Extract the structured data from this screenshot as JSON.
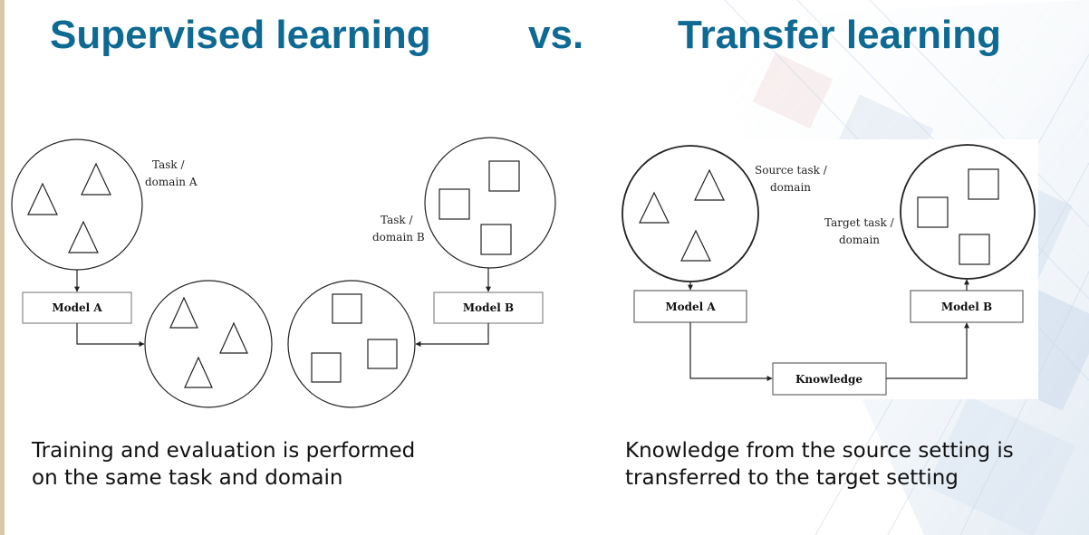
{
  "header": {
    "left_title": "Supervised learning",
    "vs_label": "vs.",
    "right_title": "Transfer learning"
  },
  "supervised": {
    "task_a_label_line1": "Task /",
    "task_a_label_line2": "domain A",
    "task_b_label_line1": "Task /",
    "task_b_label_line2": "domain B",
    "model_a": "Model A",
    "model_b": "Model B",
    "caption_line1": "Training and evaluation is performed",
    "caption_line2": "on the same task and domain"
  },
  "transfer": {
    "source_label_line1": "Source task /",
    "source_label_line2": "domain",
    "target_label_line1": "Target task /",
    "target_label_line2": "domain",
    "model_a": "Model A",
    "model_b": "Model B",
    "knowledge": "Knowledge",
    "caption_line1": "Knowledge from the source setting is",
    "caption_line2": "transferred to the target setting"
  },
  "colors": {
    "title": "#0f6a93",
    "background_accent": "#a9c4dc"
  }
}
